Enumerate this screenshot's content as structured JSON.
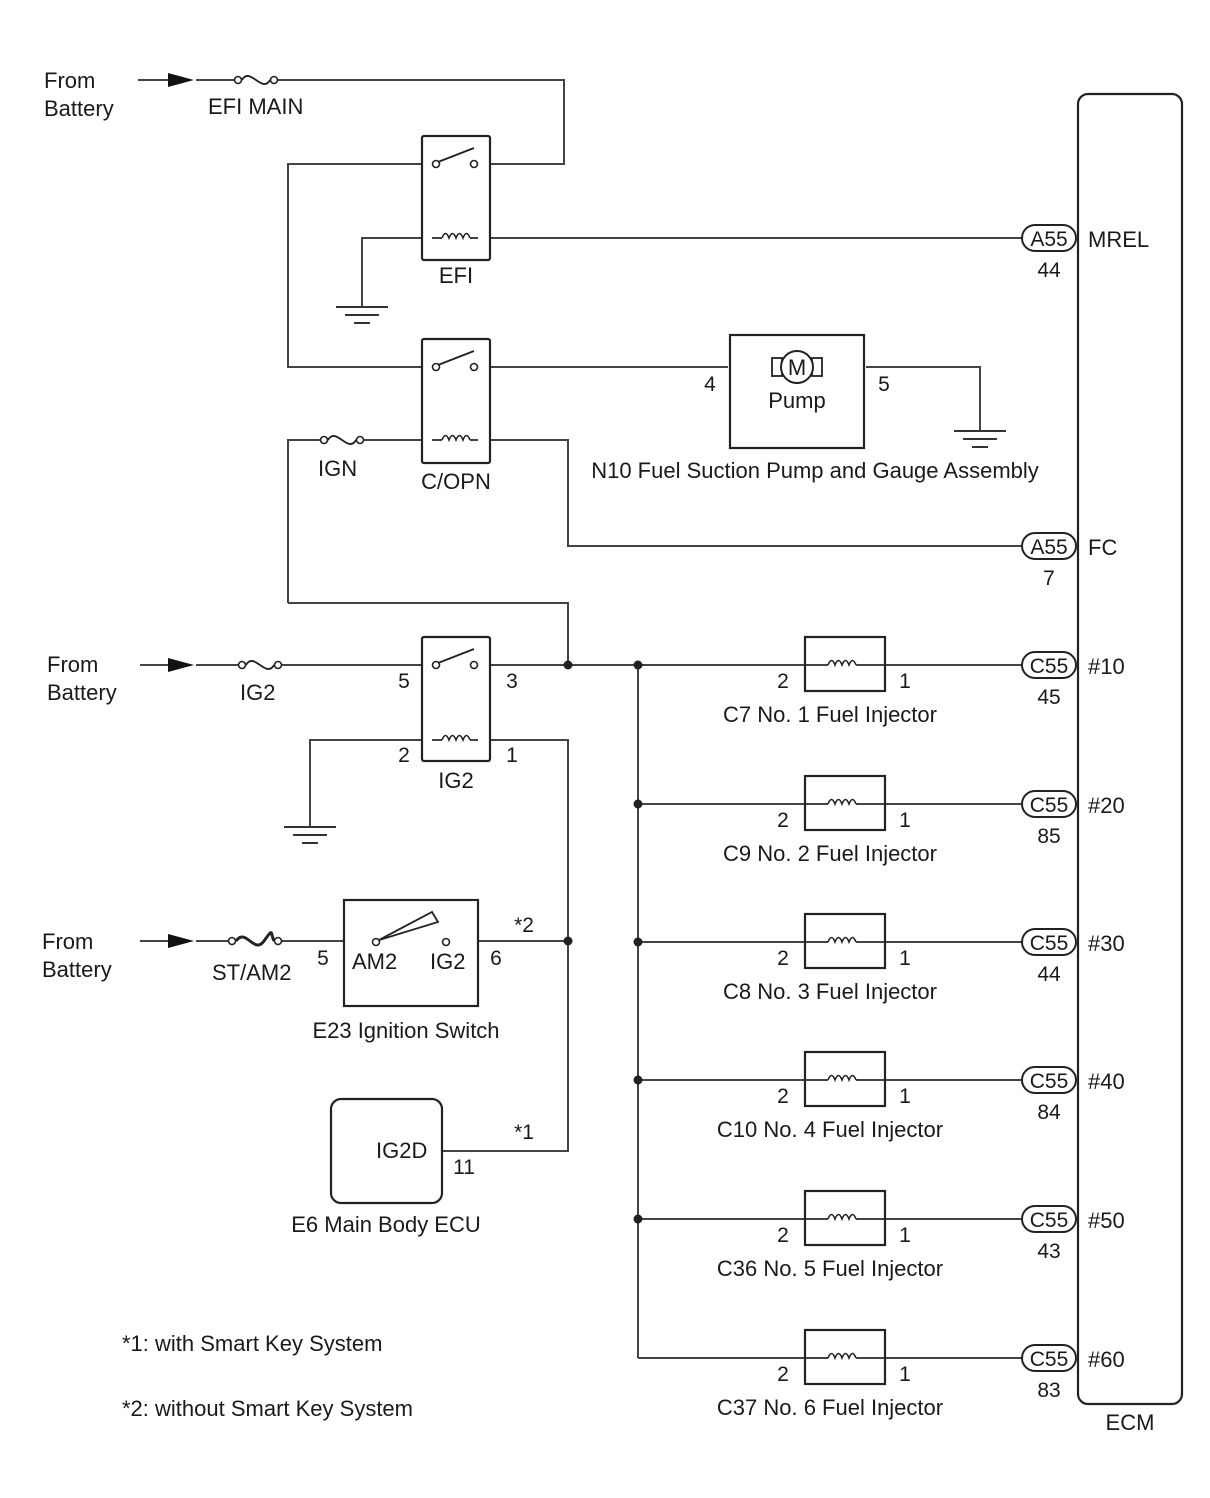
{
  "sources": {
    "battery_efi": {
      "line1": "From",
      "line2": "Battery"
    },
    "battery_ig2": {
      "line1": "From",
      "line2": "Battery"
    },
    "battery_st": {
      "line1": "From",
      "line2": "Battery"
    }
  },
  "fuses": {
    "efi_main": "EFI MAIN",
    "ign": "IGN",
    "ig2": "IG2",
    "st_am2": "ST/AM2"
  },
  "relays": {
    "efi": {
      "label": "EFI"
    },
    "copn": {
      "label": "C/OPN"
    },
    "ig2": {
      "label": "IG2",
      "pin_in": "5",
      "pin_out": "3",
      "coil_gnd": "2",
      "coil_in": "1"
    }
  },
  "pump": {
    "label": "Pump",
    "symbol": "M",
    "pin_in": "4",
    "pin_out": "5",
    "name": "N10 Fuel Suction Pump and Gauge Assembly"
  },
  "ignition_switch": {
    "name": "E23 Ignition Switch",
    "term_in": "AM2",
    "term_out": "IG2",
    "pin_in": "5",
    "pin_out": "6",
    "note_ref": "*2"
  },
  "main_body_ecu": {
    "name": "E6 Main Body ECU",
    "terminal": "IG2D",
    "pin": "11",
    "note_ref": "*1"
  },
  "ecm": {
    "label": "ECM",
    "terminals": [
      {
        "connector": "A55",
        "pin": "44",
        "signal": "MREL"
      },
      {
        "connector": "A55",
        "pin": "7",
        "signal": "FC"
      },
      {
        "connector": "C55",
        "pin": "45",
        "signal": "#10"
      },
      {
        "connector": "C55",
        "pin": "85",
        "signal": "#20"
      },
      {
        "connector": "C55",
        "pin": "44",
        "signal": "#30"
      },
      {
        "connector": "C55",
        "pin": "84",
        "signal": "#40"
      },
      {
        "connector": "C55",
        "pin": "43",
        "signal": "#50"
      },
      {
        "connector": "C55",
        "pin": "83",
        "signal": "#60"
      }
    ]
  },
  "injectors": [
    {
      "name": "C7 No. 1 Fuel Injector",
      "pin_in": "2",
      "pin_out": "1"
    },
    {
      "name": "C9 No. 2 Fuel Injector",
      "pin_in": "2",
      "pin_out": "1"
    },
    {
      "name": "C8 No. 3 Fuel Injector",
      "pin_in": "2",
      "pin_out": "1"
    },
    {
      "name": "C10 No. 4 Fuel Injector",
      "pin_in": "2",
      "pin_out": "1"
    },
    {
      "name": "C36 No. 5 Fuel Injector",
      "pin_in": "2",
      "pin_out": "1"
    },
    {
      "name": "C37 No. 6 Fuel Injector",
      "pin_in": "2",
      "pin_out": "1"
    }
  ],
  "notes": [
    "*1: with Smart Key System",
    "*2: without Smart Key System"
  ]
}
